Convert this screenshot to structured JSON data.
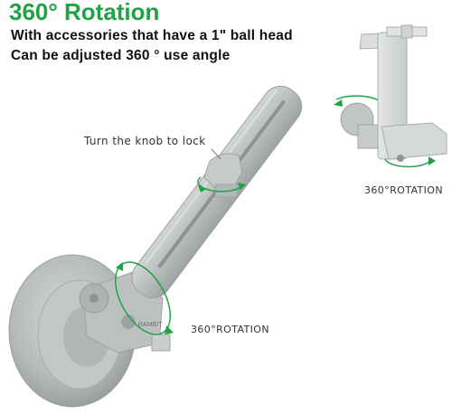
{
  "headline": "360° Rotation",
  "subtitle_lines": [
    "With accessories that have a 1\" ball head",
    "Can be adjusted 360 ° use angle"
  ],
  "callouts": {
    "knob": "Turn the knob to lock",
    "rotation_right": "360°ROTATION",
    "rotation_bottom": "360°ROTATION"
  },
  "brand_mark": "RAMBIT",
  "colors": {
    "accent_green": "#1fa346",
    "product_gray": "#c8cbcb",
    "text_dark": "#111111"
  }
}
